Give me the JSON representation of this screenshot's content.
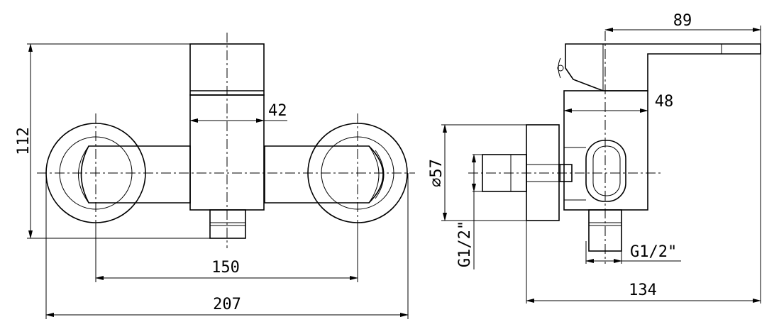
{
  "dimensions": {
    "front_overall_width": "207",
    "front_center_distance": "150",
    "front_height": "112",
    "front_cartridge_width": "42",
    "side_depth": "134",
    "side_spout_length": "89",
    "side_body_width": "48",
    "side_flange_diameter": "57",
    "side_thread_inlet": "G1/2\"",
    "side_thread_outlet": "G1/2\""
  },
  "symbols": {
    "diameter": "⌀"
  }
}
